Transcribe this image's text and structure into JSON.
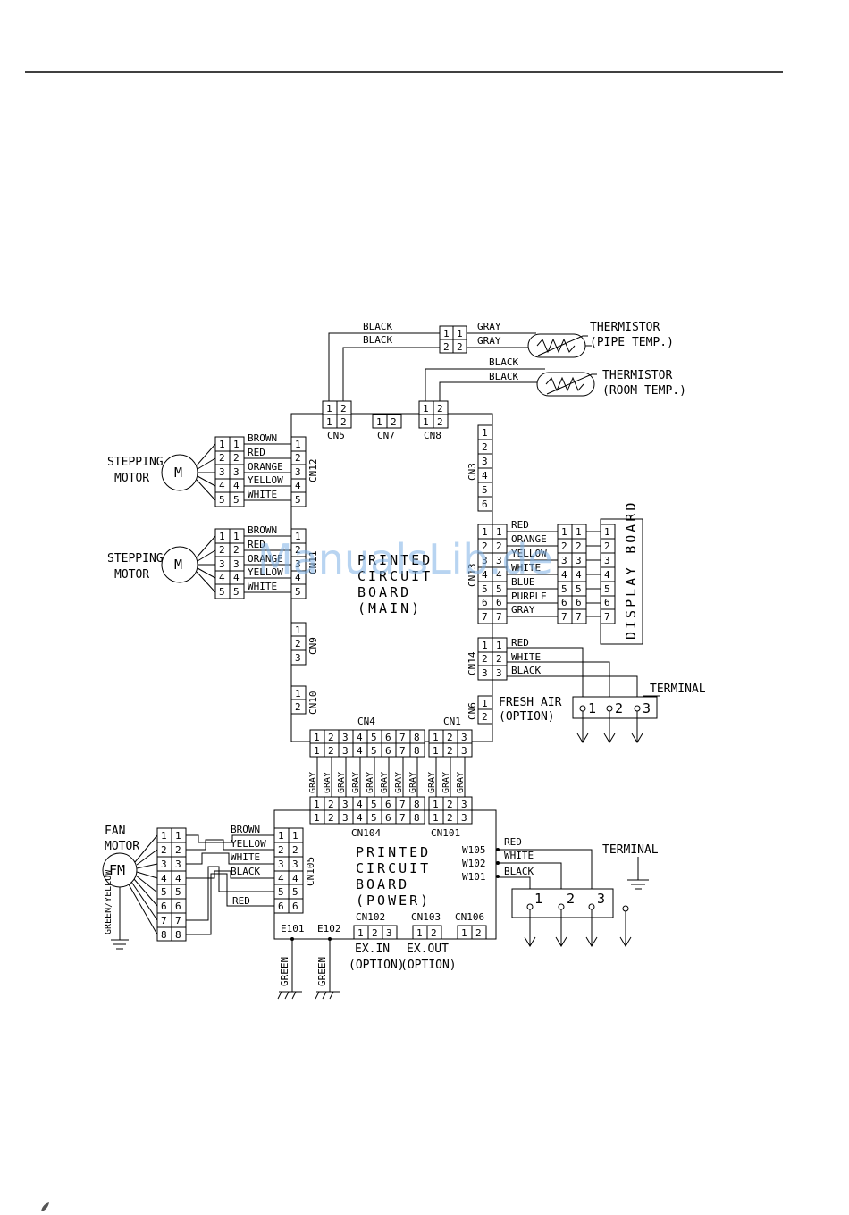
{
  "main_board": {
    "line1": "PRINTED",
    "line2": "CIRCUIT",
    "line3": "BOARD",
    "line4": "(MAIN)"
  },
  "power_board": {
    "line1": "PRINTED",
    "line2": "CIRCUIT",
    "line3": "BOARD",
    "line4": "(POWER)"
  },
  "display_board": "DISPLAY BOARD",
  "thermistor_pipe": {
    "name": "THERMISTOR",
    "sub": "(PIPE TEMP.)",
    "wires": [
      "GRAY",
      "GRAY"
    ],
    "harness": [
      "BLACK",
      "BLACK"
    ]
  },
  "thermistor_room": {
    "name": "THERMISTOR",
    "sub": "(ROOM TEMP.)",
    "wires": [
      "BLACK",
      "BLACK"
    ]
  },
  "top_connectors": {
    "cn5": "CN5",
    "cn7": "CN7",
    "cn8": "CN8"
  },
  "stepping_motor_1": {
    "label1": "STEPPING",
    "label2": "MOTOR",
    "symbol": "M",
    "connector": "CN12",
    "wires": [
      "BROWN",
      "RED",
      "ORANGE",
      "YELLOW",
      "WHITE"
    ]
  },
  "stepping_motor_2": {
    "label1": "STEPPING",
    "label2": "MOTOR",
    "symbol": "M",
    "connector": "CN11",
    "wires": [
      "BROWN",
      "RED",
      "ORANGE",
      "YELLOW",
      "WHITE"
    ]
  },
  "cn3": "CN3",
  "cn13": {
    "label": "CN13",
    "wires": [
      "RED",
      "ORANGE",
      "YELLOW",
      "WHITE",
      "BLUE",
      "PURPLE",
      "GRAY"
    ]
  },
  "cn14": {
    "label": "CN14",
    "wires": [
      "RED",
      "WHITE",
      "BLACK"
    ]
  },
  "cn6": {
    "label": "CN6",
    "text1": "FRESH AIR",
    "text2": "(OPTION)"
  },
  "cn9": "CN9",
  "cn10": "CN10",
  "cn4": "CN4",
  "cn1": "CN1",
  "cn104": "CN104",
  "cn101": "CN101",
  "bundle_wires": [
    "GRAY",
    "GRAY",
    "GRAY",
    "GRAY",
    "GRAY",
    "GRAY",
    "GRAY",
    "GRAY",
    "GRAY",
    "GRAY",
    "GRAY"
  ],
  "terminal_upper": {
    "label": "TERMINAL",
    "nums": [
      "1",
      "2",
      "3"
    ]
  },
  "terminal_lower": {
    "label": "TERMINAL",
    "nums": [
      "1",
      "2",
      "3"
    ]
  },
  "fan_motor": {
    "label1": "FAN",
    "label2": "MOTOR",
    "symbol": "FM",
    "ground": "GREEN/YELLOW",
    "connector": "CN105",
    "wires": [
      "BROWN",
      "YELLOW",
      "WHITE",
      "BLACK",
      "RED"
    ]
  },
  "power_terminals": {
    "w105": "W105",
    "w102": "W102",
    "w101": "W101",
    "wires": [
      "RED",
      "WHITE",
      "BLACK"
    ]
  },
  "power_connectors": {
    "cn102": "CN102",
    "cn103": "CN103",
    "cn106": "CN106",
    "e101": "E101",
    "e102": "E102"
  },
  "options": {
    "exin": "EX.IN",
    "exin_sub": "(OPTION)",
    "exout": "EX.OUT",
    "exout_sub": "(OPTION)"
  },
  "grounds": [
    "GREEN",
    "GREEN"
  ],
  "watermark": "ManualsLib.de"
}
